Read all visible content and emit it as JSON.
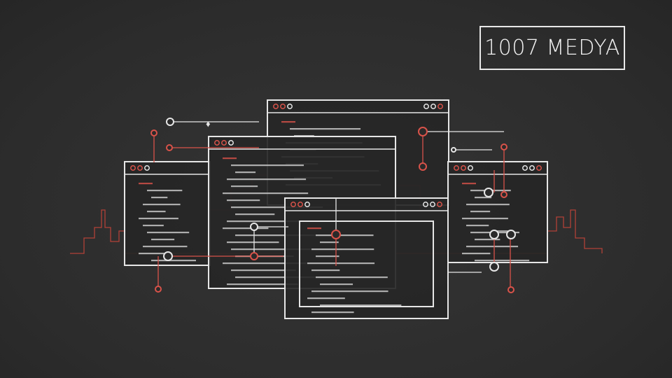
{
  "logo": {
    "text": "1007 MEDYA"
  },
  "colors": {
    "accent": "#d9534a",
    "line": "#e6e6e6",
    "background": "#2e2e2e"
  },
  "icons": [
    "window-control-dots",
    "network-node",
    "city-skyline",
    "code-window"
  ]
}
